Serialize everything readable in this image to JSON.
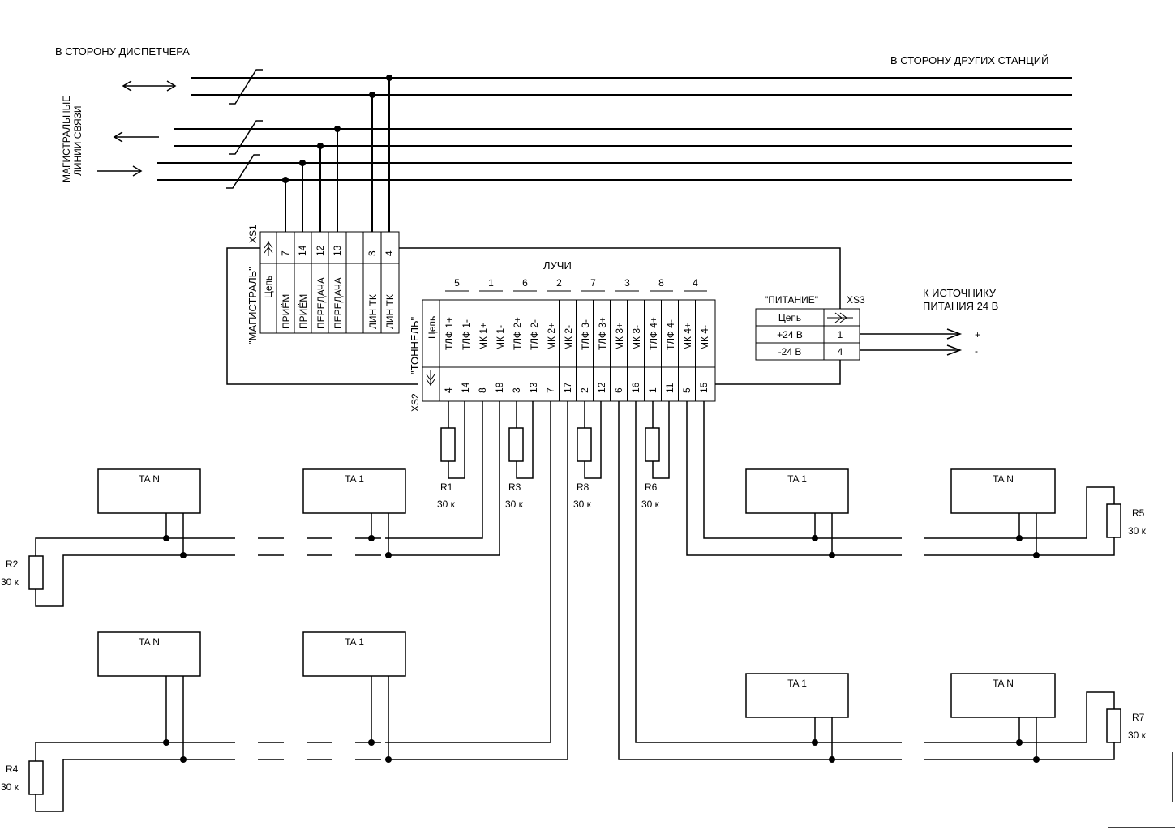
{
  "labels": {
    "dispatcher": "В СТОРОНУ ДИСПЕТЧЕРА",
    "other_stations": "В СТОРОНУ ДРУГИХ СТАНЦИЙ",
    "trunk_line_1": "МАГИСТРАЛЬНЫЕ",
    "trunk_line_2": "ЛИНИИ СВЯЗИ",
    "rays": "ЛУЧИ",
    "power_source_1": "К  ИСТОЧНИКУ",
    "power_source_2": "ПИТАНИЯ  24 В",
    "plus": "+",
    "minus": "-"
  },
  "xs1": {
    "ref": "XS1",
    "name": "\"МАГИСТРАЛЬ\"",
    "header": "Цепь",
    "pins": [
      "7",
      "14",
      "12",
      "13",
      "",
      "3",
      "4"
    ],
    "signals": [
      "ПРИЁМ",
      "ПРИЁМ",
      "ПЕРЕДАЧА",
      "ПЕРЕДАЧА",
      "",
      "ЛИН  ТК",
      "ЛИН  ТК"
    ]
  },
  "xs2": {
    "ref": "XS2",
    "name": "\"ТОННЕЛЬ\"",
    "header": "Цепь",
    "signals": [
      "ТЛФ 1+",
      "ТЛФ 1-",
      "МК 1+",
      "МК 1-",
      "ТЛФ 2+",
      "ТЛФ 2-",
      "МК 2+",
      "МК 2-",
      "ТЛФ 3-",
      "ТЛФ 3+",
      "МК 3+",
      "МК 3-",
      "ТЛФ 4+",
      "ТЛФ 4-",
      "МК 4+",
      "МК 4-"
    ],
    "pins": [
      "4",
      "14",
      "8",
      "18",
      "3",
      "13",
      "7",
      "17",
      "2",
      "12",
      "6",
      "16",
      "1",
      "11",
      "5",
      "15"
    ],
    "rays": [
      "5",
      "1",
      "6",
      "2",
      "7",
      "3",
      "8",
      "4"
    ]
  },
  "xs3": {
    "ref": "XS3",
    "name": "\"ПИТАНИЕ\"",
    "header": "Цепь",
    "rows": [
      {
        "signal": "+24 В",
        "pin": "1"
      },
      {
        "signal": "-24 В",
        "pin": "4"
      }
    ]
  },
  "resistors": [
    {
      "ref": "R1",
      "value": "30 к"
    },
    {
      "ref": "R3",
      "value": "30 к"
    },
    {
      "ref": "R8",
      "value": "30 к"
    },
    {
      "ref": "R6",
      "value": "30 к"
    },
    {
      "ref": "R2",
      "value": "30 к"
    },
    {
      "ref": "R4",
      "value": "30 к"
    },
    {
      "ref": "R5",
      "value": "30 к"
    },
    {
      "ref": "R7",
      "value": "30 к"
    }
  ],
  "phones": {
    "top_left": [
      "TA N",
      "TA 1"
    ],
    "top_right": [
      "TA 1",
      "TA N"
    ],
    "bottom_left": [
      "TA N",
      "TA 1"
    ],
    "bottom_right": [
      "TA 1",
      "TA N"
    ]
  }
}
